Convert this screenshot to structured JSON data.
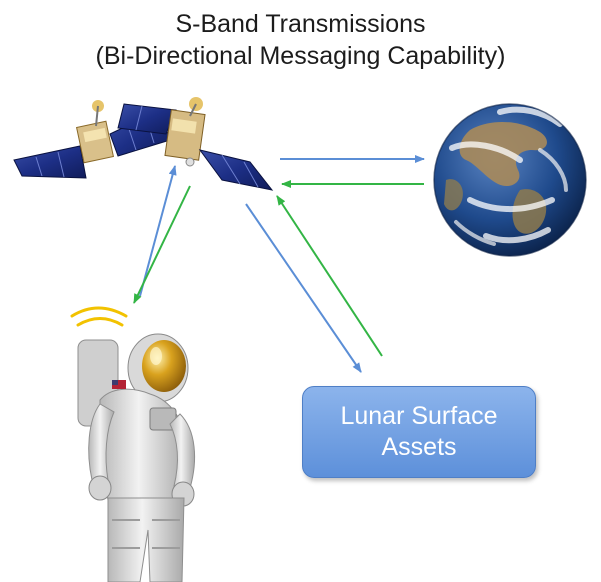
{
  "title": {
    "line1": "S-Band Transmissions",
    "line2": "(Bi-Directional Messaging Capability)"
  },
  "nodes": {
    "relay": {
      "icon": "relay-satellites"
    },
    "earth": {
      "icon": "earth-globe"
    },
    "astronaut": {
      "icon": "astronaut"
    },
    "assets": {
      "line1": "Lunar Surface",
      "line2": "Assets"
    }
  },
  "colors": {
    "uplink_arrow": "#5b8ed6",
    "downlink_arrow": "#33b545",
    "assets_box": "#6f9fe2",
    "signal_waves": "#f2c200"
  }
}
